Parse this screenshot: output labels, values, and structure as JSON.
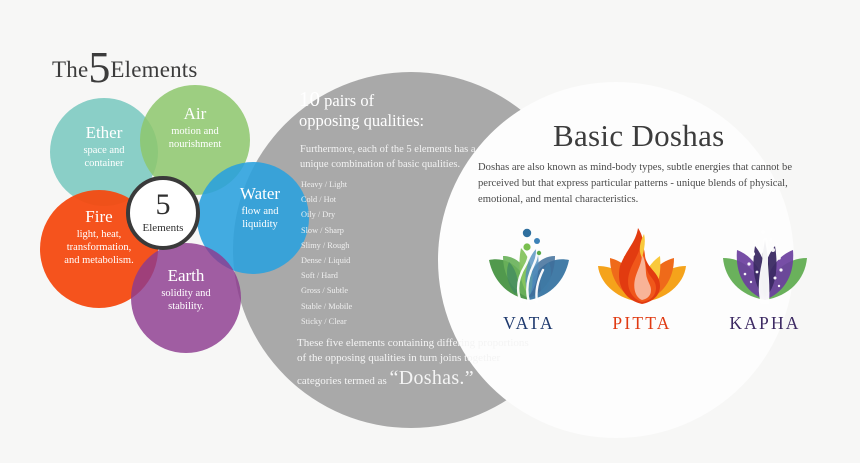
{
  "title": {
    "the": "The",
    "number": "5",
    "elements": "Elements"
  },
  "center_badge": {
    "number": "5",
    "label": "Elements"
  },
  "elements": [
    {
      "key": "ether",
      "name": "Ether",
      "desc": "space and\ncontainer",
      "color": "#6ec4bc"
    },
    {
      "key": "air",
      "name": "Air",
      "desc": "motion and\nnourishment",
      "color": "#8dc76c"
    },
    {
      "key": "water",
      "name": "Water",
      "desc": "flow and\nliquidity",
      "color": "#29a1de"
    },
    {
      "key": "fire",
      "name": "Fire",
      "desc": "light, heat,\ntransformation,\nand metabolism.",
      "color": "#f44a11"
    },
    {
      "key": "earth",
      "name": "Earth",
      "desc": "solidity and\nstability.",
      "color": "#8c3b8f"
    }
  ],
  "qualities": {
    "heading_number": "10",
    "heading_rest": " pairs of",
    "heading_line2": "opposing qualities:",
    "subtitle": "Furthermore, each of the 5 elements  has a unique combination of basic qualities.",
    "pairs": [
      "Heavy / Light",
      "Cold / Hot",
      "Oily / Dry",
      "Slow / Sharp",
      "Slimy / Rough",
      "Dense / Liquid",
      "Soft / Hard",
      "Gross / Subtle",
      "Stable / Mobile",
      "Sticky / Clear"
    ],
    "closing_text": "These five elements containing differing proportions of the opposing qualities in turn joins together categories termed as ",
    "closing_word": "“Doshas.”",
    "background_color": "#a9a9a9"
  },
  "doshas_panel": {
    "title": "Basic Doshas",
    "description": "Doshas are also known as mind-body types, subtle energies that cannot be perceived but that express particular patterns  - unique blends of physical, emotional, and mental characteristics.",
    "items": [
      {
        "label": "VATA",
        "color": "#1f3a6e",
        "icon": "vata-leaves-wind-icon"
      },
      {
        "label": "PITTA",
        "color": "#e03a12",
        "icon": "pitta-flame-icon"
      },
      {
        "label": "KAPHA",
        "color": "#3d2a63",
        "icon": "kapha-waterfall-leaves-icon"
      }
    ]
  }
}
